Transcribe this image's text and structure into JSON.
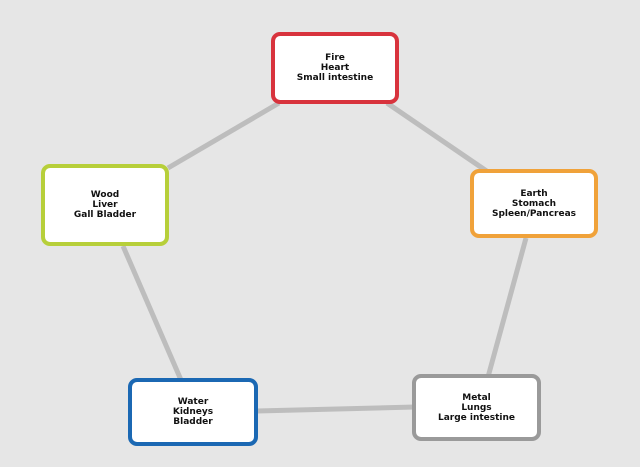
{
  "diagram": {
    "connector_color": "#bdbdbd",
    "nodes": [
      {
        "id": "fire",
        "lines": [
          "Fire",
          "Heart",
          "Small intestine"
        ],
        "border_color": "#d8333d"
      },
      {
        "id": "earth",
        "lines": [
          "Earth",
          "Stomach",
          "Spleen/Pancreas"
        ],
        "border_color": "#f0a23a"
      },
      {
        "id": "metal",
        "lines": [
          "Metal",
          "Lungs",
          "Large intestine"
        ],
        "border_color": "#9a9a9a"
      },
      {
        "id": "water",
        "lines": [
          "Water",
          "Kidneys",
          "Bladder"
        ],
        "border_color": "#1b68b3"
      },
      {
        "id": "wood",
        "lines": [
          "Wood",
          "Liver",
          "Gall Bladder"
        ],
        "border_color": "#b7cf3a"
      }
    ],
    "connections": [
      [
        "fire",
        "earth"
      ],
      [
        "earth",
        "metal"
      ],
      [
        "metal",
        "water"
      ],
      [
        "water",
        "wood"
      ],
      [
        "wood",
        "fire"
      ]
    ]
  }
}
